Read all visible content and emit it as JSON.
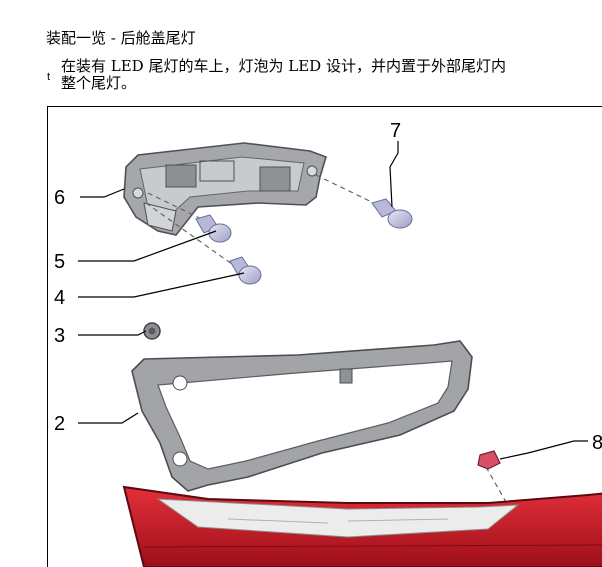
{
  "heading": {
    "title": "装配一览 - 后舱盖尾灯"
  },
  "note": {
    "marker": "t",
    "line1": "在装有 LED 尾灯的车上，灯泡为 LED 设计，并内置于外部尾灯内",
    "line2": "整个尾灯。"
  },
  "figure": {
    "callouts": [
      "2",
      "3",
      "4",
      "5",
      "6",
      "7",
      "8"
    ]
  }
}
